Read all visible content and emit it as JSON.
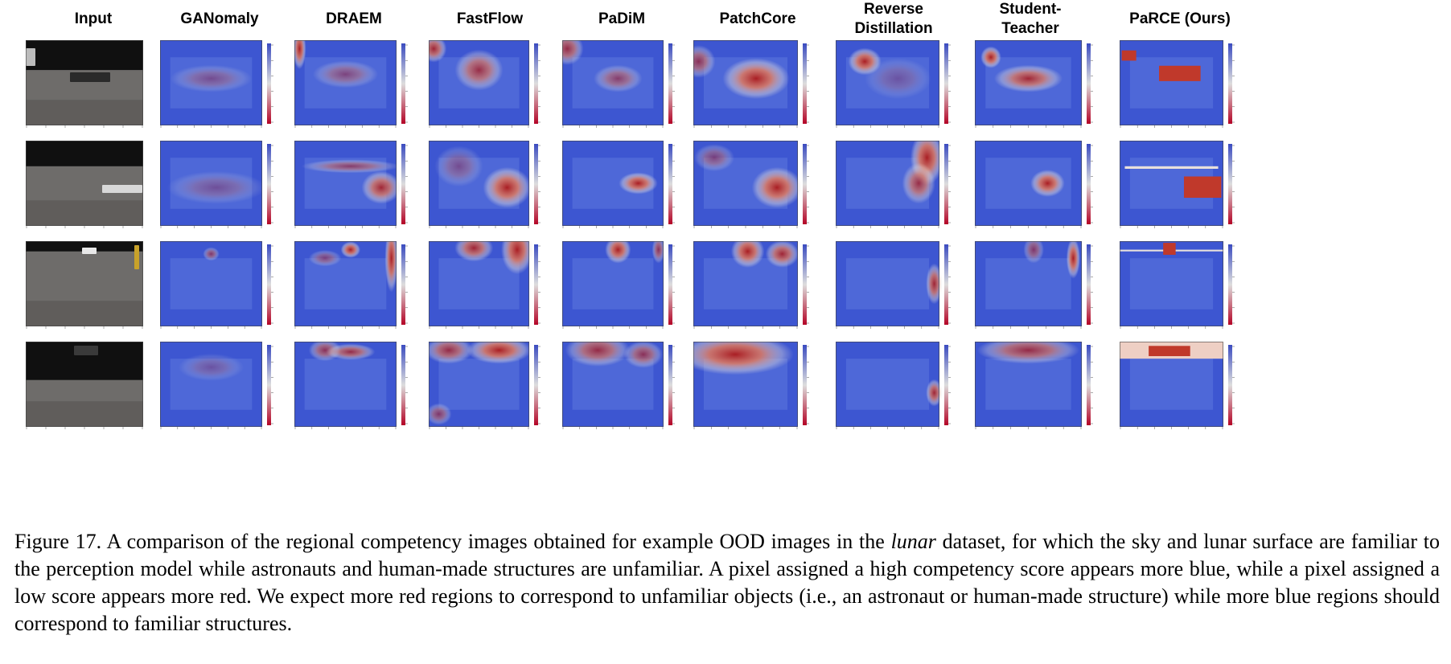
{
  "figure": {
    "column_headers": [
      "Input",
      "GANomaly",
      "DRAEM",
      "FastFlow",
      "PaDiM",
      "PatchCore",
      "Reverse Distillation",
      "Student-Teacher",
      "PaRCE (Ours)"
    ],
    "column_header_lines": [
      [
        "Input"
      ],
      [
        "GANomaly"
      ],
      [
        "DRAEM"
      ],
      [
        "FastFlow"
      ],
      [
        "PaDiM"
      ],
      [
        "PatchCore"
      ],
      [
        "Reverse",
        "Distillation"
      ],
      [
        "Student-",
        "Teacher"
      ],
      [
        "PaRCE (Ours)"
      ]
    ],
    "caption": {
      "label": "Figure 17.",
      "text_before": " A comparison of the regional competency images obtained for example OOD images in the ",
      "emphasis": "lunar",
      "text_after": " dataset, for which the sky and lunar surface are familiar to the perception model while astronauts and human-made structures are unfamiliar. A pixel assigned a high competency score appears more blue, while a pixel assigned a low score appears more red. We expect more red regions to correspond to unfamiliar objects (i.e., an astronaut or human-made structure) while more blue regions should correspond to familiar structures."
    },
    "colors": {
      "high_competency": "#3b4cc0",
      "low_competency": "#b40426",
      "mid": "#dddddd"
    }
  }
}
